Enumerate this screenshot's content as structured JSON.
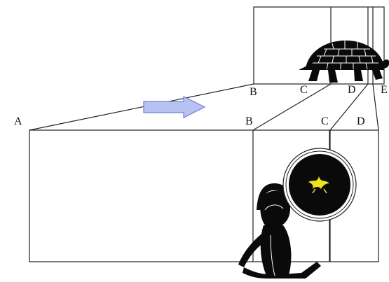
{
  "labels": {
    "upper_B": "B",
    "upper_C": "C",
    "upper_D": "D",
    "upper_E": "E",
    "lower_A": "A",
    "lower_B": "B",
    "lower_C": "C",
    "lower_D": "D"
  },
  "colors": {
    "line": "#222222",
    "silhouette": "#0a0a0a",
    "arrow_fill": "#b8c2f2",
    "arrow_stroke": "#6f7fd6",
    "shield_emblem": "#f2e21a",
    "background": "#ffffff"
  },
  "icons": {
    "arrow": "direction-arrow-icon",
    "tortoise": "tortoise-icon",
    "warrior": "achilles-warrior-icon",
    "shield_emblem": "shield-emblem-icon"
  }
}
